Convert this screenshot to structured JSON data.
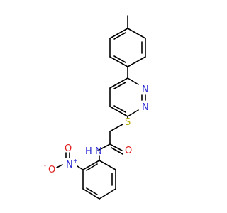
{
  "molecule": {
    "atoms": {
      "n1": {
        "symbol": "N",
        "color": "#2b2bd4"
      },
      "n2": {
        "symbol": "N",
        "color": "#2b2bd4"
      },
      "s": {
        "symbol": "S",
        "color": "#b5a800"
      },
      "o_amide": {
        "symbol": "O",
        "color": "#e01b1b"
      },
      "nh": {
        "symbol": "N",
        "sub": "H",
        "color": "#2b2bd4"
      },
      "n_nitro": {
        "symbol": "N",
        "charge": "+",
        "color": "#2b2bd4"
      },
      "o_nitro_top": {
        "symbol": "O",
        "color": "#e01b1b"
      },
      "o_nitro_minus": {
        "symbol": "O",
        "charge": "-",
        "color": "#e01b1b"
      }
    },
    "bond_color": "#000000"
  }
}
